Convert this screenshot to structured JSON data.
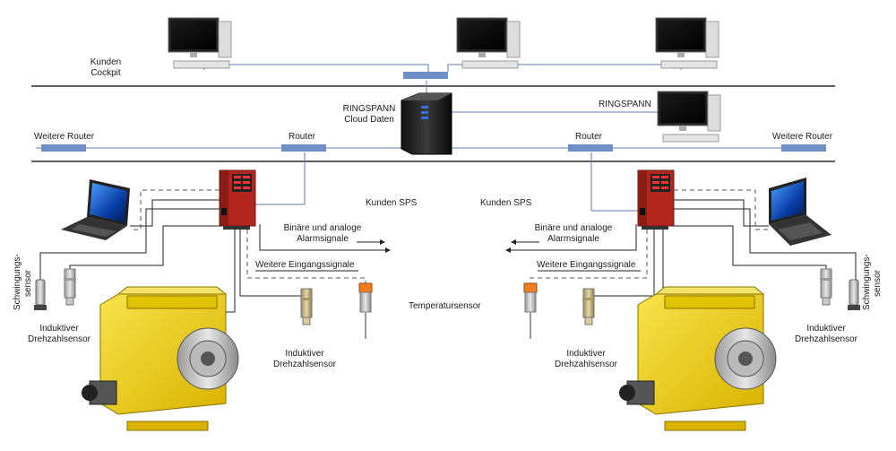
{
  "labels": {
    "customer_cockpit": [
      "Kunden",
      "Cockpit"
    ],
    "cloud": [
      "RINGSPANN",
      "Cloud Daten"
    ],
    "ringspann_pc": "RINGSPANN",
    "router_left": "Router",
    "router_right": "Router",
    "more_routers_left": "Weitere Router",
    "more_routers_right": "Weitere Router",
    "plc_left": "Kunden SPS",
    "plc_right": "Kunden SPS",
    "alarm_left": [
      "Binäre und analoge",
      "Alarmsignale"
    ],
    "alarm_right": [
      "Binäre und analoge",
      "Alarmsignale"
    ],
    "inputs_left": "Weitere Eingangssignale",
    "inputs_right": "Weitere Eingangssignale",
    "temperature": "Temperatursensor",
    "vibration_left": [
      "Schwingungs-",
      "sensor"
    ],
    "vibration_right": [
      "Schwingungs-",
      "sensor"
    ],
    "inductive_far_left": [
      "Induktiver",
      "Drehzahlsensor"
    ],
    "inductive_mid_left": [
      "Induktiver",
      "Drehzahlsensor"
    ],
    "inductive_mid_right": [
      "Induktiver",
      "Drehzahlsensor"
    ],
    "inductive_far_right": [
      "Induktiver",
      "Drehzahlsensor"
    ]
  },
  "colors": {
    "network_bus": "#000000",
    "link": "#5b7db1",
    "router": "#6f8fc7",
    "monitor_unit": "#b3261e",
    "gearbox": "#f2d21b",
    "sensor_orange": "#ee7d22"
  }
}
